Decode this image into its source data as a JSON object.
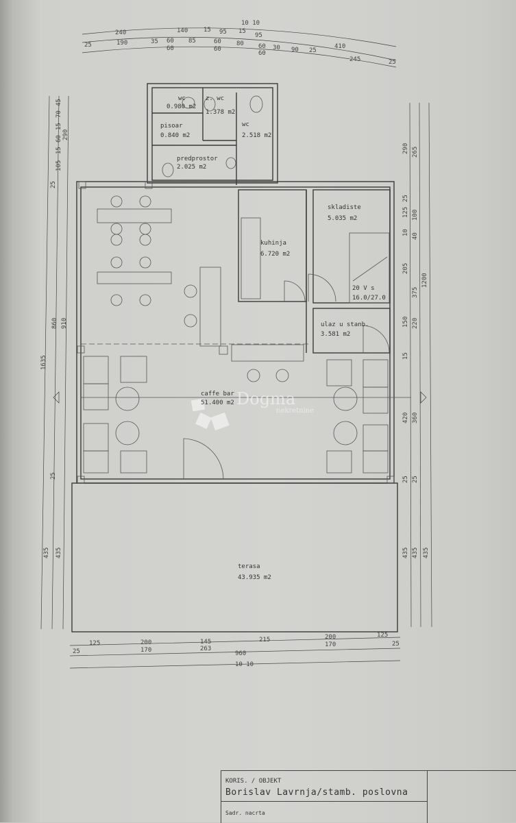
{
  "rooms": [
    {
      "name": "wc",
      "area": "0.980 m2"
    },
    {
      "name": "z. wc",
      "area": "1.378 m2"
    },
    {
      "name": "wc",
      "area": "2.518 m2"
    },
    {
      "name": "pisoar",
      "area": "0.840 m2"
    },
    {
      "name": "predprostor",
      "area": "2.025 m2"
    },
    {
      "name": "kuhinja",
      "area": "6.720 m2"
    },
    {
      "name": "skladiste",
      "area": "5.035 m2"
    },
    {
      "name": "ulaz u stanb.",
      "area": "3.581 m2"
    },
    {
      "name": "caffe bar",
      "area": "51.400 m2"
    },
    {
      "name": "terasa",
      "area": "43.935 m2"
    }
  ],
  "stairs": {
    "steps": "20 V s",
    "ratio": "16.0/27.0"
  },
  "dimensions": {
    "top_total": "10 10",
    "top_row1": [
      "240",
      "140",
      "15",
      "95",
      "15",
      "95",
      "410"
    ],
    "top_row2": [
      "25",
      "190",
      "35",
      "60",
      "85",
      "60",
      "80",
      "60",
      "30",
      "90",
      "25",
      "245",
      "25"
    ],
    "top_row2_sub": [
      "60",
      "60",
      "60"
    ],
    "bottom_row1": [
      "125",
      "200",
      "145",
      "215",
      "200",
      "125"
    ],
    "bottom_row1_sub": [
      "170",
      "263",
      "170"
    ],
    "bottom_row2": [
      "25",
      "960",
      "25"
    ],
    "bottom_total": "10 10",
    "left": [
      "1635",
      "860",
      "910",
      "25",
      "435",
      "435",
      "25",
      "105",
      "15",
      "60",
      "15",
      "70",
      "45",
      "290"
    ],
    "right": [
      "290",
      "265",
      "125",
      "100",
      "25",
      "10",
      "40",
      "205",
      "375",
      "1200",
      "150",
      "220",
      "15",
      "420",
      "360",
      "25",
      "25",
      "435",
      "435",
      "435"
    ]
  },
  "title_block": {
    "label": "KORIS. / OBJEKT",
    "title": "Borislav Lavrnja/stamb. poslovna",
    "subtitle": "Sadr. nacrta"
  },
  "watermark": {
    "brand": "Dogma",
    "tagline": "nekretnine"
  }
}
